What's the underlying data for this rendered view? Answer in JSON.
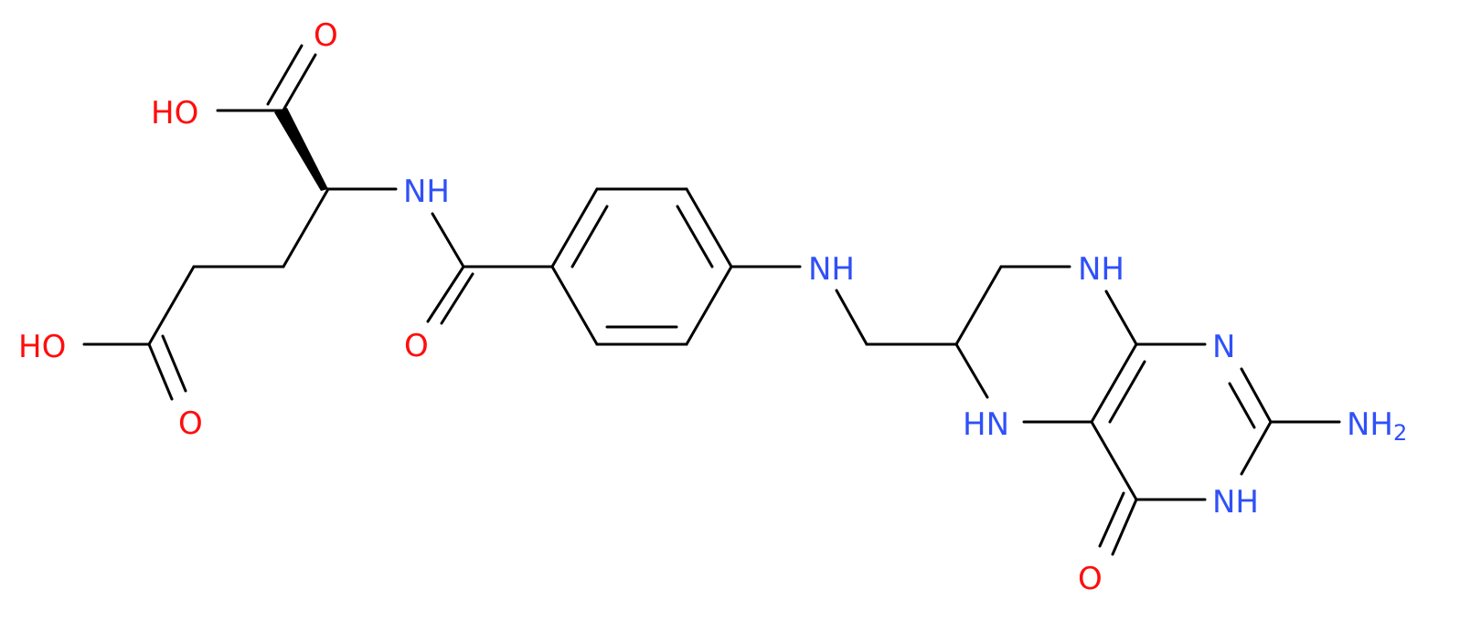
{
  "molecule": {
    "colors": {
      "oxygen": "#ff0d0d",
      "nitrogen": "#3050f8",
      "bond": "#000000",
      "background": "#ffffff"
    },
    "labels": {
      "o_acid1_carbonyl": "O",
      "oh_acid1": "HO",
      "nh_amide": "NH",
      "oh_acid2": "HO",
      "o_acid2_carbonyl": "O",
      "o_amide": "O",
      "nh_linker": "NH",
      "nh_ring_top": "NH",
      "n_pyrimidine": "N",
      "hn_ring_bottom": "HN",
      "nh2_main": "NH",
      "nh2_sub": "2",
      "nh_lactam": "NH",
      "o_lactam": "O"
    }
  }
}
